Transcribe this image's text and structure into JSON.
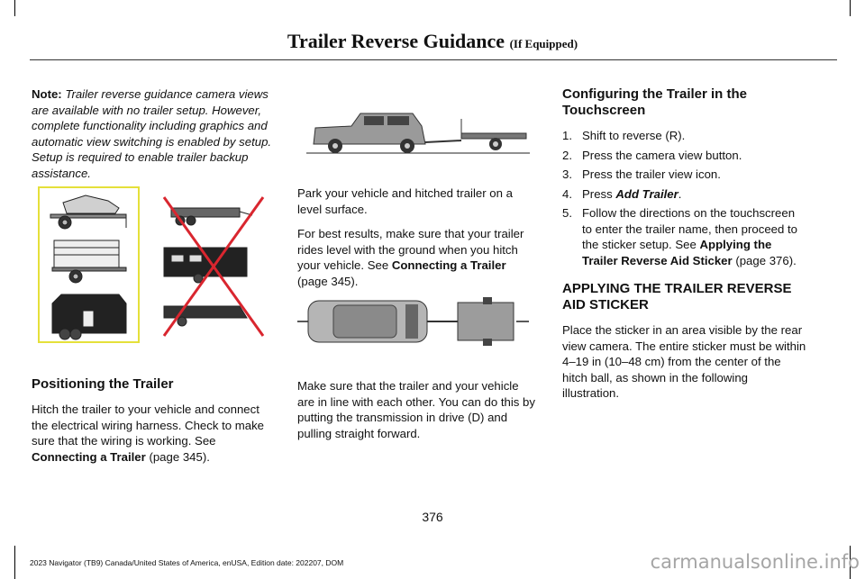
{
  "header": {
    "title": "Trailer Reverse Guidance",
    "suffix": "(If Equipped)"
  },
  "col1": {
    "note_label": "Note:",
    "note_text": "Trailer reverse guidance camera views are available with no trailer setup. However, complete functionality including graphics and automatic view switching is enabled by setup. Setup is required to enable trailer backup assistance.",
    "heading": "Positioning the Trailer",
    "para_text": "Hitch the trailer to your vehicle and connect the electrical wiring harness. Check to make sure that the wiring is working.  See ",
    "para_link": "Connecting a Trailer",
    "para_page": " (page 345)."
  },
  "col2": {
    "p1": "Park your vehicle and hitched trailer on a level surface.",
    "p2_text": "For best results, make sure that your trailer rides level with the ground when you hitch your vehicle.  See ",
    "p2_link": "Connecting a Trailer",
    "p2_page": " (page 345).",
    "p3": "Make sure that the trailer and your vehicle are in line with each other. You can do this by putting the transmission in drive (D) and pulling straight forward."
  },
  "col3": {
    "heading": "Configuring the Trailer in the Touchscreen",
    "steps": [
      {
        "num": "1.",
        "text": "Shift to reverse (R)."
      },
      {
        "num": "2.",
        "text": "Press the camera view button."
      },
      {
        "num": "3.",
        "text": "Press the trailer view icon."
      },
      {
        "num": "4.",
        "pre": "Press ",
        "bold": "Add Trailer",
        "post": "."
      },
      {
        "num": "5.",
        "pre": "Follow the directions on the touchscreen to enter the trailer name, then proceed to the sticker setup.  See ",
        "bold": "Applying the Trailer Reverse Aid Sticker",
        "post": " (page 376)."
      }
    ],
    "heading2": "APPLYING THE TRAILER REVERSE AID STICKER",
    "para": "Place the sticker in an area visible by the rear view camera. The entire sticker must be within 4–19 in (10–48 cm) from the center of the hitch ball, as shown in the following illustration."
  },
  "footer": {
    "page_number": "376",
    "edition": "2023 Navigator (TB9) Canada/United States of America, enUSA, Edition date: 202207, DOM",
    "watermark": "carmanualsonline.info"
  }
}
